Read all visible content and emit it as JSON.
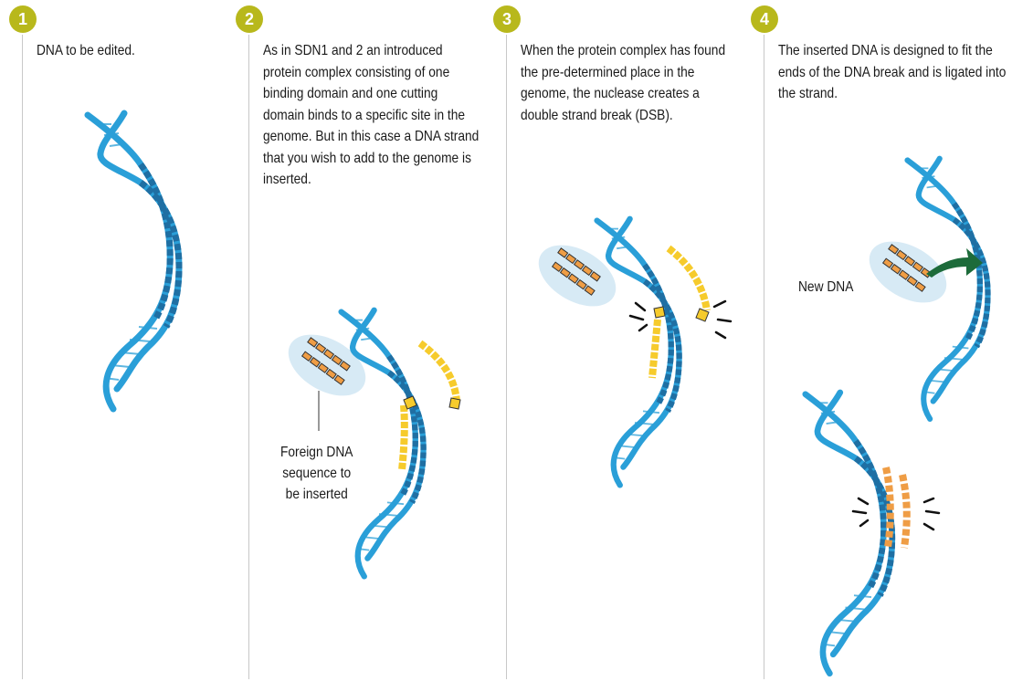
{
  "colors": {
    "badge": "#b8b81c",
    "dna_strand": "#2a9fd8",
    "dna_segment": "#1f8fcc",
    "protein": "#f6cb2c",
    "inserted_dna": "#ef9d45",
    "protein_halo": "#d7eaf5",
    "arrow": "#1d6b3a",
    "divider": "#c8c8c8"
  },
  "steps": [
    {
      "number": "1",
      "text": "DNA to be edited."
    },
    {
      "number": "2",
      "text": "As in SDN1 and 2 an introduced protein complex consisting of one binding domain and one cutting domain binds to a specific site in the genome. But in this case a DNA strand that you wish to add to the genome is inserted."
    },
    {
      "number": "3",
      "text": "When the protein complex has found the pre-determined place in the genome, the nuclease creates a double strand break (DSB)."
    },
    {
      "number": "4",
      "text": "The inserted DNA is designed to fit the ends of the DNA break and is ligated into the strand."
    }
  ],
  "callouts": {
    "foreign_dna": "Foreign DNA sequence to be inserted",
    "new_dna": "New DNA"
  }
}
